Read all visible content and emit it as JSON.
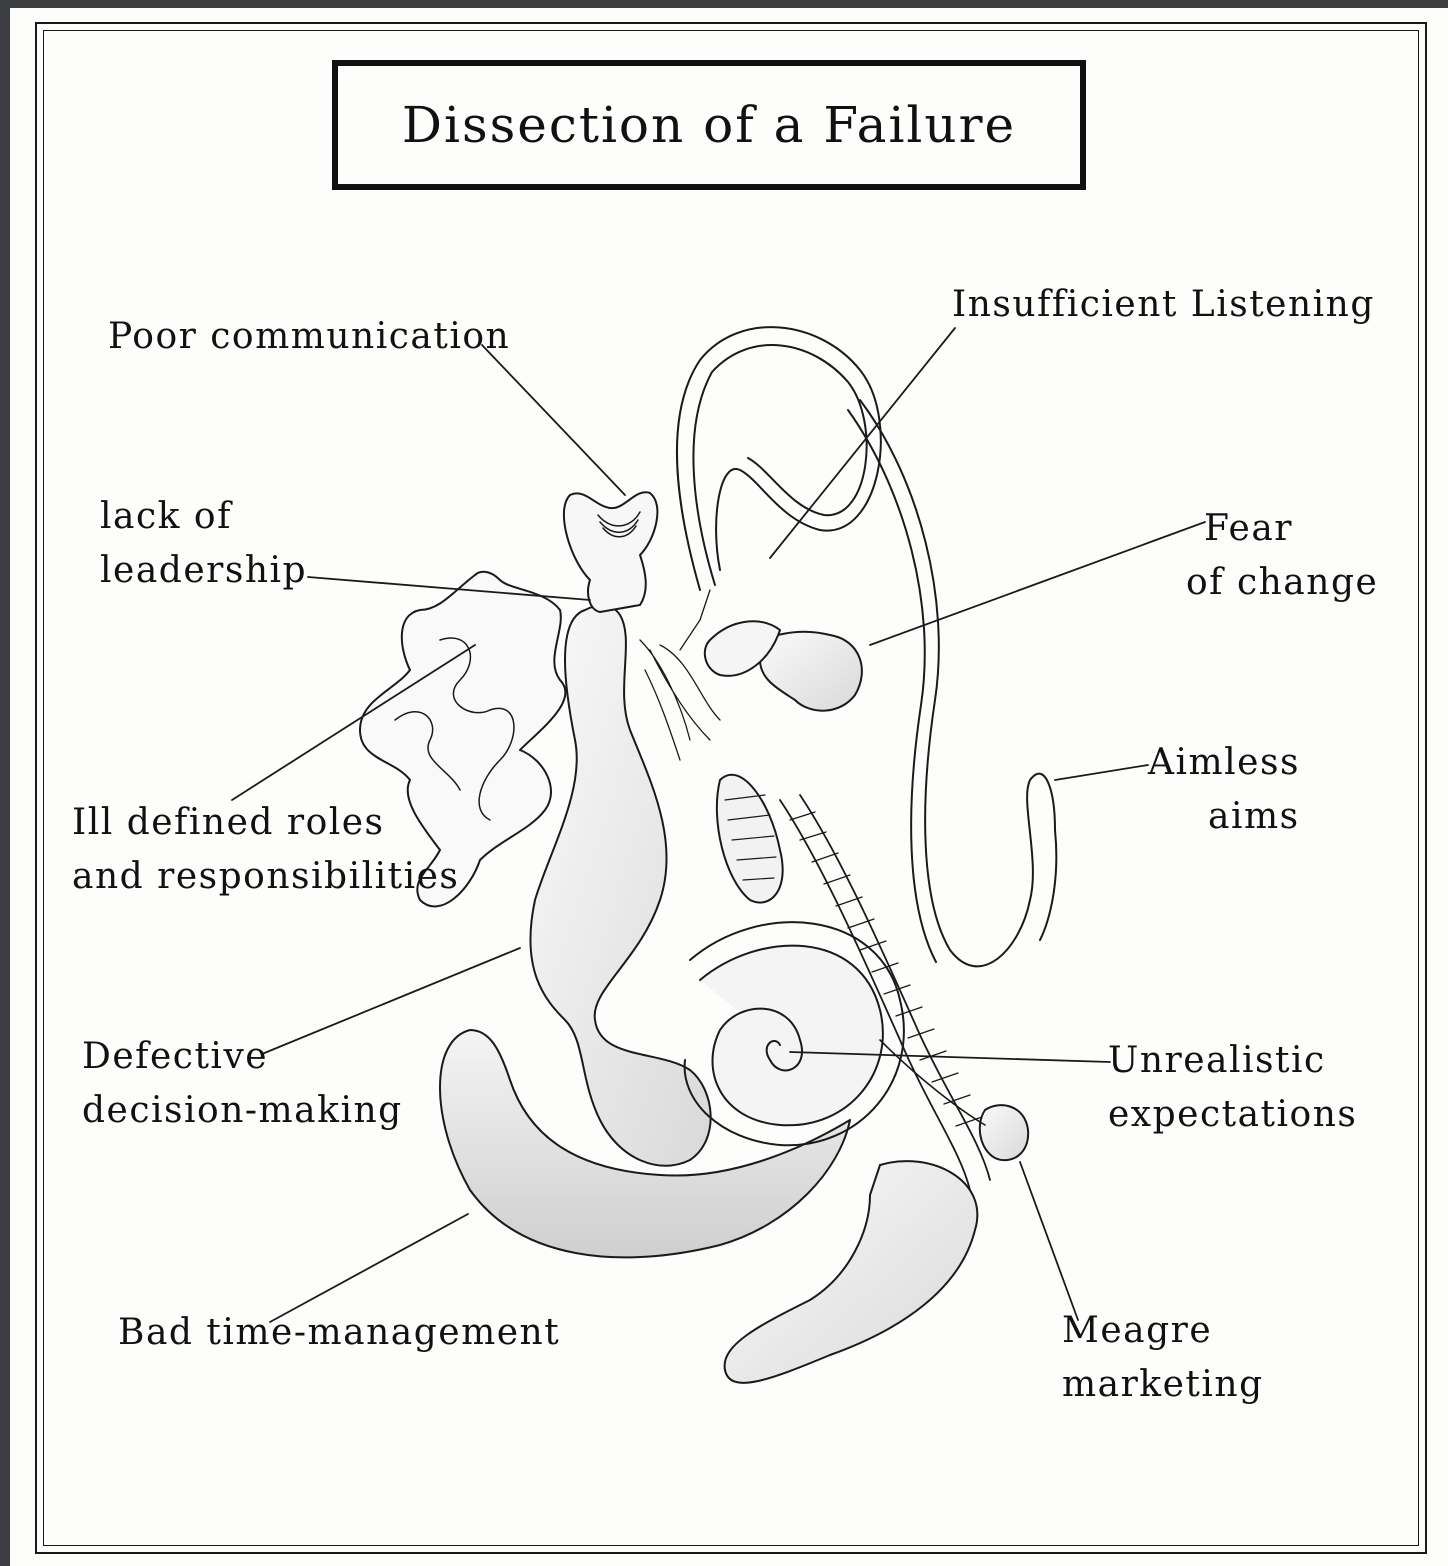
{
  "title": "Dissection of a Failure",
  "labels": {
    "poor_communication": "Poor communication",
    "lack_of_leadership": [
      "lack of",
      "leadership"
    ],
    "ill_defined_roles": [
      "Ill defined roles",
      "and responsibilities"
    ],
    "defective_decision_making": [
      "Defective",
      "decision-making"
    ],
    "bad_time_management": "Bad time-management",
    "insufficient_listening": "Insufficient Listening",
    "fear_of_change": [
      "Fear",
      "of change"
    ],
    "aimless_aims": [
      "Aimless",
      "aims"
    ],
    "unrealistic_expectations": [
      "Unrealistic",
      "expectations"
    ],
    "meagre_marketing": [
      "Meagre",
      "marketing"
    ]
  },
  "colors": {
    "background": "#3d3e42",
    "paper": "#fdfdfc",
    "ink": "#111111",
    "accent": "#2ea7d6"
  }
}
